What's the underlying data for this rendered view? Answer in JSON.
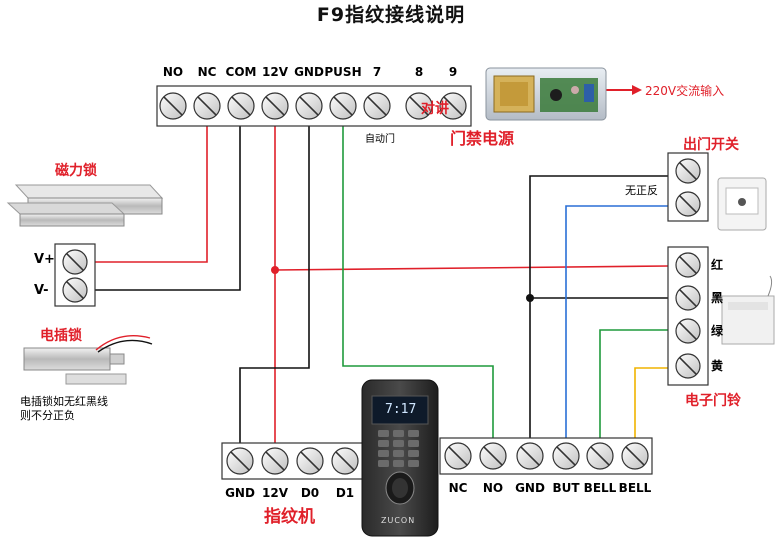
{
  "title": "F9指纹接线说明",
  "top_block": {
    "labels": [
      "NO",
      "NC",
      "COM",
      "12V",
      "GND",
      "PUSH",
      "7",
      "8",
      "9"
    ],
    "auto_door": "自动门",
    "intercom": "对讲"
  },
  "power": {
    "title": "门禁电源",
    "input": "220V交流输入"
  },
  "maglock": {
    "title": "磁力锁",
    "v_plus": "V+",
    "v_minus": "V-"
  },
  "bolt_lock": {
    "title": "电插锁",
    "note_line1": "电插锁如无红黑线",
    "note_line2": "则不分正负"
  },
  "exit_button": {
    "title": "出门开关",
    "nonpolar": "无正反"
  },
  "doorbell": {
    "title": "电子门铃",
    "wire_colors": [
      "红",
      "黑",
      "绿",
      "黄"
    ]
  },
  "fingerprint": {
    "title": "指纹机",
    "labels": [
      "GND",
      "12V",
      "D0",
      "D1"
    ],
    "brand": "ZUCON",
    "screen_time": "7:17"
  },
  "bottom_block": {
    "labels": [
      "NC",
      "NO",
      "GND",
      "BUT",
      "BELL",
      "BELL"
    ]
  },
  "colors": {
    "red_wire": "#e0202a",
    "black_wire": "#111111",
    "green_wire": "#1f9a3c",
    "blue_wire": "#2a6fd6",
    "yellow_wire": "#f0b400",
    "label_red": "#e0202a"
  }
}
